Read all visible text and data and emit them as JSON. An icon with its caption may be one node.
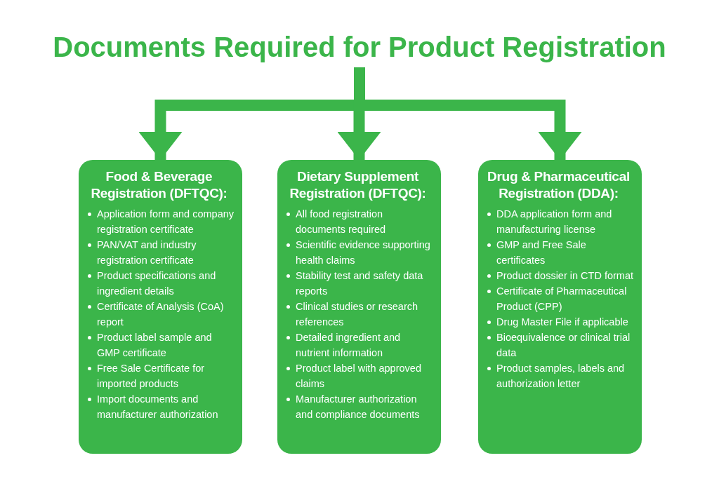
{
  "diagram": {
    "nodes": [
      {
        "text": [
          "Documents Required for Product Registration"
        ]
      },
      {
        "text": [
          "Food & Beverage Registration (DFTQC):",
          "Application form and company registration certificate",
          "PAN/VAT and industry registration certificate",
          "Product specifications and ingredient details",
          "Certificate of Analysis (CoA) report",
          "Product label sample and GMP certificate",
          "Free Sale Certificate for imported products",
          "Import documents and manufacturer authorization"
        ]
      },
      {
        "text": [
          "Dietary Supplement Registration (DFTQC):",
          "All food registration documents required",
          "Scientific evidence supporting health claims",
          "Stability test and safety data reports",
          "Clinical studies or research references",
          "Detailed ingredient and nutrient information",
          "Product label with approved claims",
          "Manufacturer authorization and compliance documents"
        ]
      },
      {
        "text": [
          "Drug & Pharmaceutical Registration (DDA):",
          "DDA application form and manufacturing license",
          "GMP and Free Sale certificates",
          "Product dossier in CTD format",
          "Certificate of Pharmaceutical Product (CPP)",
          "Drug Master File if applicable",
          "Bioequivalence or clinical trial data",
          "Product samples, labels and authorization letter"
        ]
      }
    ],
    "edges": [
      {
        "from": 0,
        "to": 1,
        "arrow": "to"
      },
      {
        "from": 0,
        "to": 2,
        "arrow": "to"
      },
      {
        "from": 0,
        "to": 3,
        "arrow": "to"
      }
    ]
  }
}
